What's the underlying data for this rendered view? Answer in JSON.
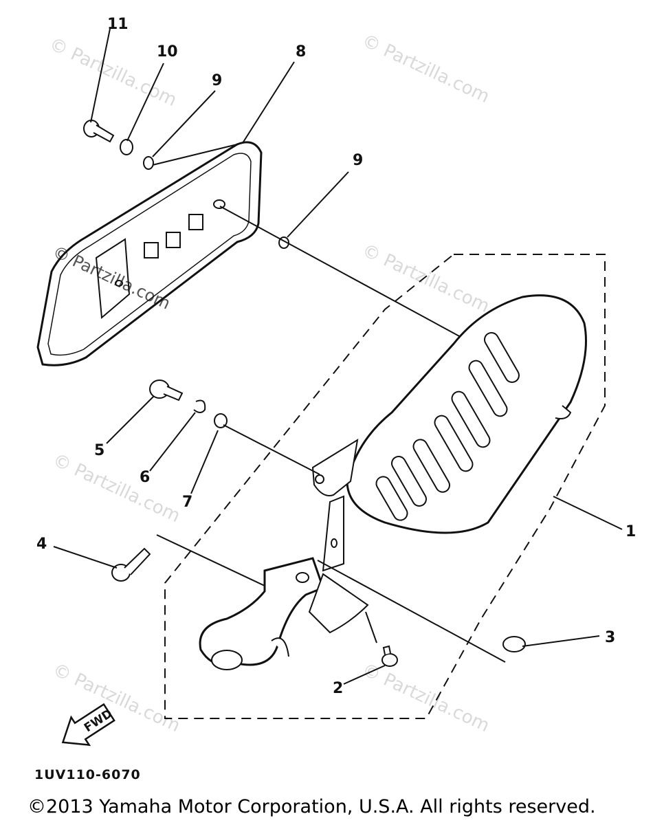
{
  "callouts": {
    "c1": "1",
    "c2": "2",
    "c3": "3",
    "c4": "4",
    "c5": "5",
    "c6": "6",
    "c7": "7",
    "c8": "8",
    "c9a": "9",
    "c9b": "9",
    "c10": "10",
    "c11": "11"
  },
  "watermark": {
    "text": "© Partzilla.com"
  },
  "direction_arrow": "FWD",
  "diagram_code": "1UV110-6070",
  "copyright": "©2013 Yamaha Motor Corporation, U.S.A. All rights reserved."
}
